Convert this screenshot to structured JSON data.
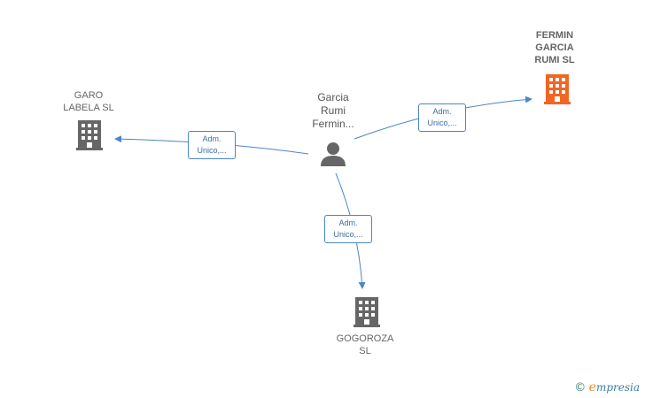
{
  "nodes": {
    "person": {
      "label": "Garcia\nRumi\nFermin..."
    },
    "fermin": {
      "label": "FERMIN\nGARCIA\nRUMI  SL",
      "color": "#f26522"
    },
    "garo": {
      "label": "GARO\nLABELA SL",
      "color": "#666666"
    },
    "gogoroza": {
      "label": "GOGOROZA\nSL",
      "color": "#666666"
    }
  },
  "edges": {
    "to_garo": {
      "label": "Adm.\nUnico,..."
    },
    "to_fermin": {
      "label": "Adm.\nUnico,..."
    },
    "to_gogoroza": {
      "label": "Adm.\nUnico,..."
    }
  },
  "colors": {
    "edge": "#4a86c8",
    "person_icon": "#666666"
  },
  "brand": {
    "copyright": "©",
    "e": "e",
    "rest": "mpresia"
  }
}
